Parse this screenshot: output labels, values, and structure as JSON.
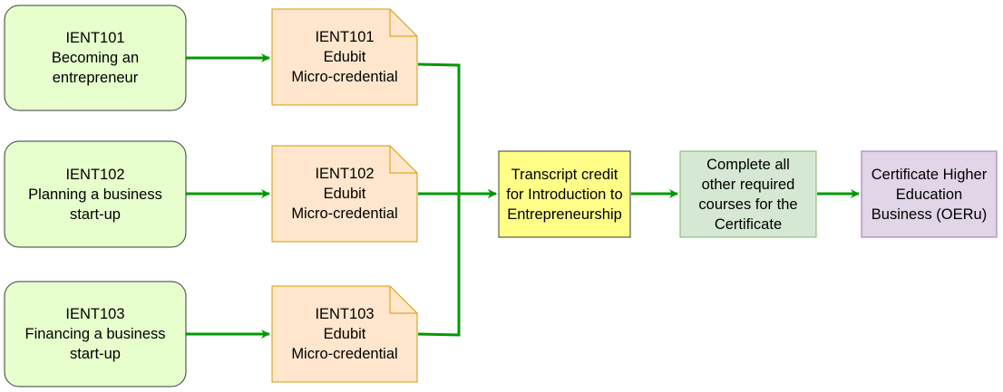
{
  "colors": {
    "course_fill": "#e6ffcc",
    "course_stroke": "#36393d",
    "note_fill": "#ffe6cc",
    "note_stroke": "#d79b00",
    "transcript_fill": "#ffff88",
    "transcript_stroke": "#36393d",
    "complete_fill": "#d5e8d4",
    "complete_stroke": "#82b366",
    "certificate_fill": "#e1d5e7",
    "certificate_stroke": "#9673a6",
    "arrow": "#009900"
  },
  "courses": [
    {
      "code": "IENT101",
      "title": "Becoming an\nentrepreneur"
    },
    {
      "code": "IENT102",
      "title": "Planning a business\nstart-up"
    },
    {
      "code": "IENT103",
      "title": "Financing a business\nstart-up"
    }
  ],
  "micro_credentials": [
    {
      "code": "IENT101",
      "line2": "Edubit",
      "line3": "Micro-credential"
    },
    {
      "code": "IENT102",
      "line2": "Edubit",
      "line3": "Micro-credential"
    },
    {
      "code": "IENT103",
      "line2": "Edubit",
      "line3": "Micro-credential"
    }
  ],
  "transcript_credit": "Transcript credit\nfor Introduction to\nEntrepreneurship",
  "complete_courses": "Complete all\nother required\ncourses for the\nCertificate",
  "certificate": "Certificate Higher\nEducation\nBusiness (OERu)"
}
